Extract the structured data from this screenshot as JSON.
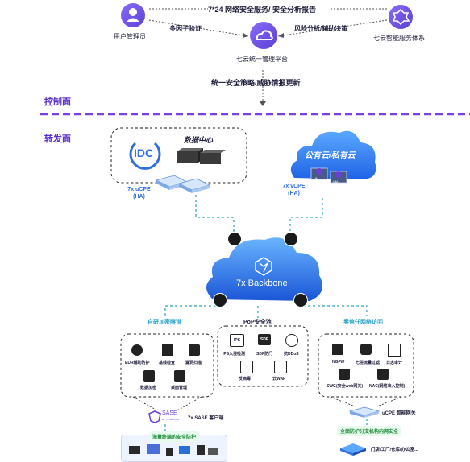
{
  "top": {
    "banner": "7*24 网络安全服务/ 安全分析报告",
    "left_arrow_label": "多因子验证",
    "right_arrow_label": "风险分析/辅助决策",
    "user_mgmt": "用户管理员",
    "platform": "七云统一管理平台",
    "service_system": "七云智能服务体系",
    "policy_update": "统一安全策略/威胁情报更新"
  },
  "planes": {
    "control": "控制面",
    "forwarding": "转发面"
  },
  "datacenter": {
    "idc_logo": "IDC",
    "title": "数据中心",
    "ucpe_label_1": "7x uCPE",
    "ucpe_label_2": "(HA)"
  },
  "cloud": {
    "title": "公有云/私有云",
    "vcpe_label_1": "7x vCPE",
    "vcpe_label_2": "(HA)",
    "vm_label": "VM"
  },
  "backbone": {
    "label": "7x Backbone"
  },
  "branches": {
    "left_title": "自研加密隧道",
    "center_title": "PoP安全池",
    "right_title": "零信任网络访问"
  },
  "left_panel": {
    "items": [
      "EDR辅助防护",
      "基线检查",
      "漏洞扫描",
      "数据加密",
      "桌面管理"
    ],
    "sase_logo": "SASE",
    "sase_sub": "BY 7x-networks",
    "client_label": "7x SASE 客户端",
    "bottom_banner": "海量终端的安全防护"
  },
  "center_panel": {
    "items": [
      "IPS入侵检测",
      "SDP防门",
      "抗DDoS",
      "反病毒",
      "云WAF"
    ],
    "badges": [
      "IPS",
      "SDP"
    ]
  },
  "right_panel": {
    "items": [
      "NGFW",
      "七层流量过滤",
      "日志审计",
      "SWG(安全web网关)",
      "NAC(网络准入控制)"
    ],
    "ucpe_gateway": "uCPE 智能网关",
    "bottom_banner": "全面防护分支机构内网安全",
    "sites": "门店/工厂/仓库/办公室..."
  },
  "colors": {
    "purple": "#6a3fd8",
    "dashed_divider": "#7b3fe0",
    "cloud_blue": "#2f7bf5",
    "teal_line": "#2aa3c9",
    "title_purple": "#5b2fc9"
  }
}
